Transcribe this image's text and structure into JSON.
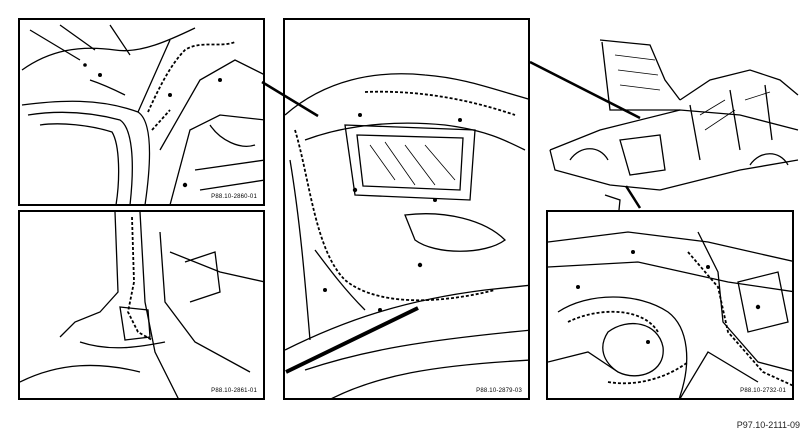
{
  "figure": {
    "id_label": "P97.10-2111-09"
  },
  "panels": {
    "top_left": {
      "code": "P88.10-2860-01"
    },
    "bottom_left": {
      "code": "P88.10-2861-01"
    },
    "center": {
      "code": "P88.10-2879-03"
    },
    "bottom_right": {
      "code": "P88.10-2732-01"
    }
  },
  "colors": {
    "line": "#000000",
    "background": "#ffffff"
  }
}
